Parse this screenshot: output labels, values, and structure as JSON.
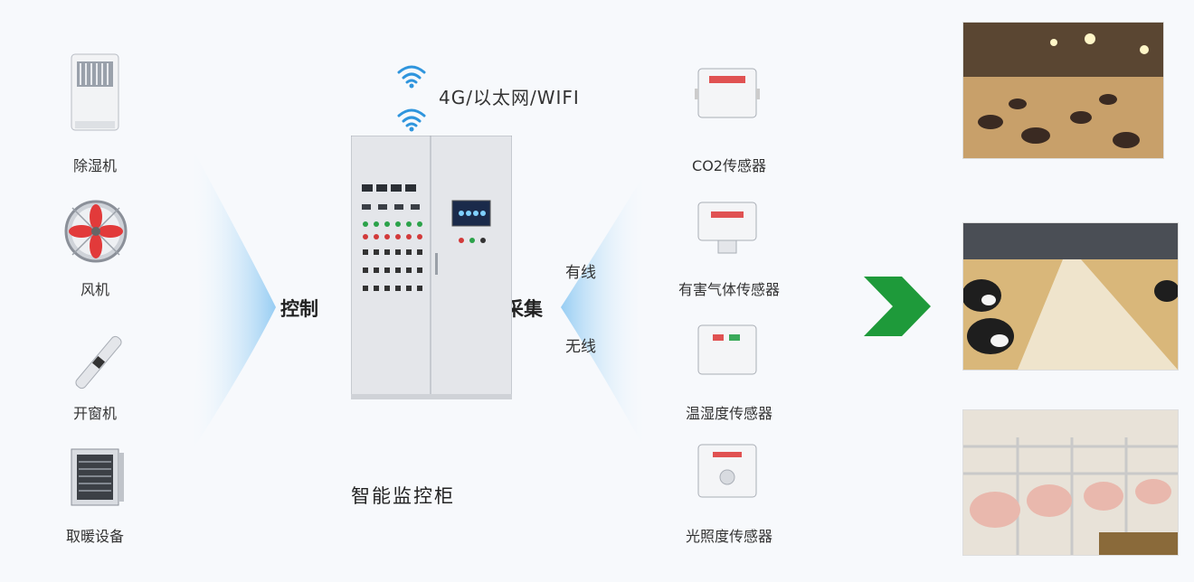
{
  "devices": [
    {
      "label": "除湿机",
      "icon": "dehumidifier-icon"
    },
    {
      "label": "风机",
      "icon": "fan-icon"
    },
    {
      "label": "开窗机",
      "icon": "window-opener-icon"
    },
    {
      "label": "取暖设备",
      "icon": "heater-icon"
    }
  ],
  "control_label": "控制",
  "cabinet": {
    "network_label": "4G/以太网/WIFI",
    "title": "智能监控柜"
  },
  "collect_label": "采集",
  "connection": {
    "wired": "有线",
    "wireless": "无线"
  },
  "sensors": [
    {
      "label": "CO2传感器",
      "icon": "co2-sensor-icon"
    },
    {
      "label": "有害气体传感器",
      "icon": "harmful-gas-sensor-icon"
    },
    {
      "label": "温湿度传感器",
      "icon": "temp-humidity-sensor-icon"
    },
    {
      "label": "光照度传感器",
      "icon": "light-sensor-icon"
    }
  ],
  "colors": {
    "accent_blue": "#3a9be0",
    "arrow_green": "#1e9a3a",
    "cabinet_gray": "#e4e6ea"
  },
  "photos": [
    {
      "icon": "poultry-barn-photo"
    },
    {
      "icon": "cattle-barn-photo"
    },
    {
      "icon": "pig-barn-photo"
    }
  ]
}
